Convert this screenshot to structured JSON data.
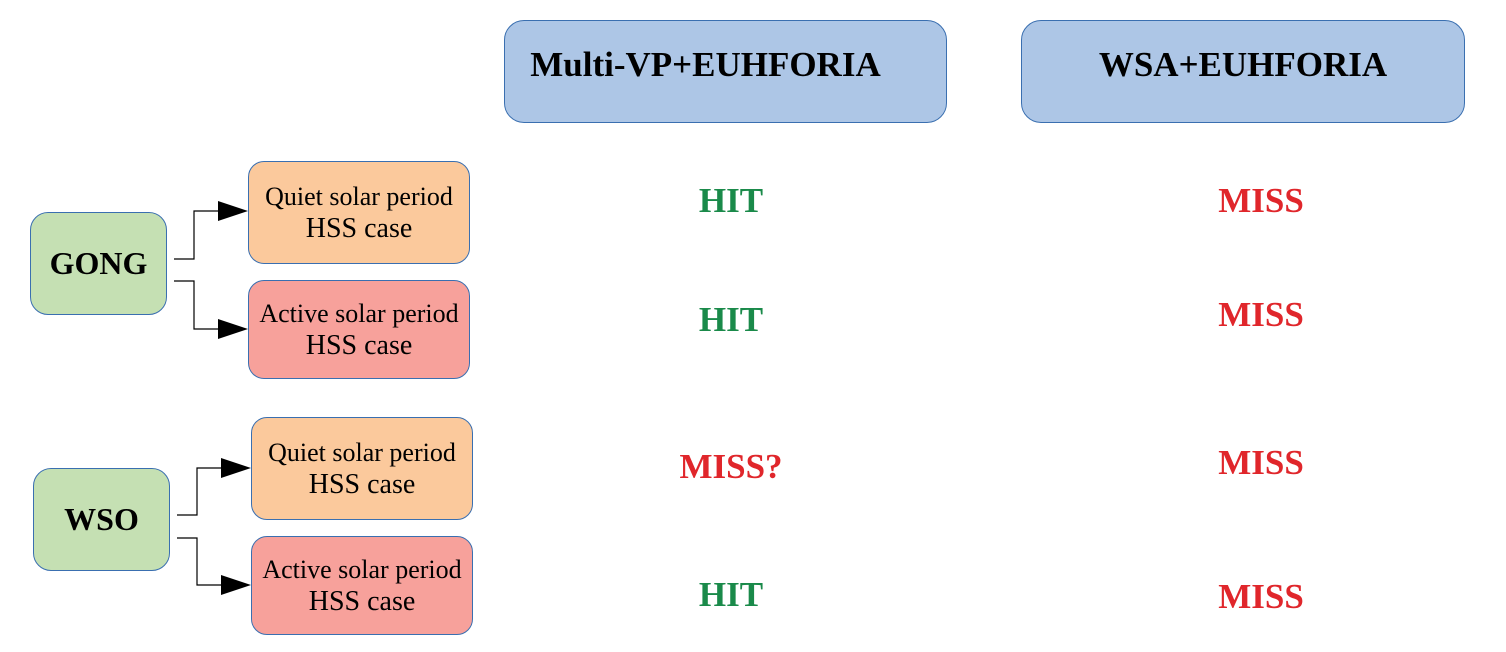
{
  "headers": {
    "left": "Multi-VP+EUHFORIA",
    "right": "WSA+EUHFORIA"
  },
  "sources": {
    "gong": "GONG",
    "wso": "WSO"
  },
  "cases": {
    "gong_quiet": {
      "line1": "Quiet solar period",
      "line2": "HSS case"
    },
    "gong_active": {
      "line1": "Active solar period",
      "line2": "HSS case"
    },
    "wso_quiet": {
      "line1": "Quiet solar period",
      "line2": "HSS case"
    },
    "wso_active": {
      "line1": "Active solar period",
      "line2": "HSS case"
    }
  },
  "results": {
    "gong_quiet": {
      "multivp": "HIT",
      "wsa": "MISS"
    },
    "gong_active": {
      "multivp": "HIT",
      "wsa": "MISS"
    },
    "wso_quiet": {
      "multivp": "MISS?",
      "wsa": "MISS"
    },
    "wso_active": {
      "multivp": "HIT",
      "wsa": "MISS"
    }
  },
  "colors": {
    "hit": "#1a8a4a",
    "miss": "#e0262b",
    "header_fill": "#adc6e6",
    "source_fill": "#c5e0b3",
    "quiet_fill": "#fbc99c",
    "active_fill": "#f7a19b"
  }
}
